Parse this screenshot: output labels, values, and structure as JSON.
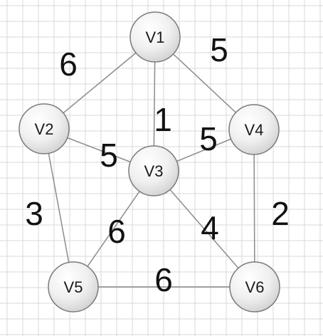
{
  "graph": {
    "nodes": [
      {
        "id": "v1",
        "label": "V1"
      },
      {
        "id": "v2",
        "label": "V2"
      },
      {
        "id": "v3",
        "label": "V3"
      },
      {
        "id": "v4",
        "label": "V4"
      },
      {
        "id": "v5",
        "label": "V5"
      },
      {
        "id": "v6",
        "label": "V6"
      }
    ],
    "edges": [
      {
        "id": "v1-v2",
        "from": "v1",
        "to": "v2",
        "weight": "6"
      },
      {
        "id": "v1-v4",
        "from": "v1",
        "to": "v4",
        "weight": "5"
      },
      {
        "id": "v1-v3",
        "from": "v1",
        "to": "v3",
        "weight": "1"
      },
      {
        "id": "v2-v3",
        "from": "v2",
        "to": "v3",
        "weight": "5"
      },
      {
        "id": "v3-v4",
        "from": "v3",
        "to": "v4",
        "weight": "5"
      },
      {
        "id": "v2-v5",
        "from": "v2",
        "to": "v5",
        "weight": "3"
      },
      {
        "id": "v3-v5",
        "from": "v3",
        "to": "v5",
        "weight": "6"
      },
      {
        "id": "v3-v6",
        "from": "v3",
        "to": "v6",
        "weight": "4"
      },
      {
        "id": "v4-v6",
        "from": "v4",
        "to": "v6",
        "weight": "2"
      },
      {
        "id": "v5-v6",
        "from": "v5",
        "to": "v6",
        "weight": "6"
      }
    ]
  },
  "colors": {
    "grid": "#d9d9d9",
    "edge": "#8c8c8c",
    "node_fill_light": "#ffffff",
    "node_fill_dark": "#d4d4d4",
    "node_stroke": "#7a7a7a",
    "text": "#111111"
  }
}
